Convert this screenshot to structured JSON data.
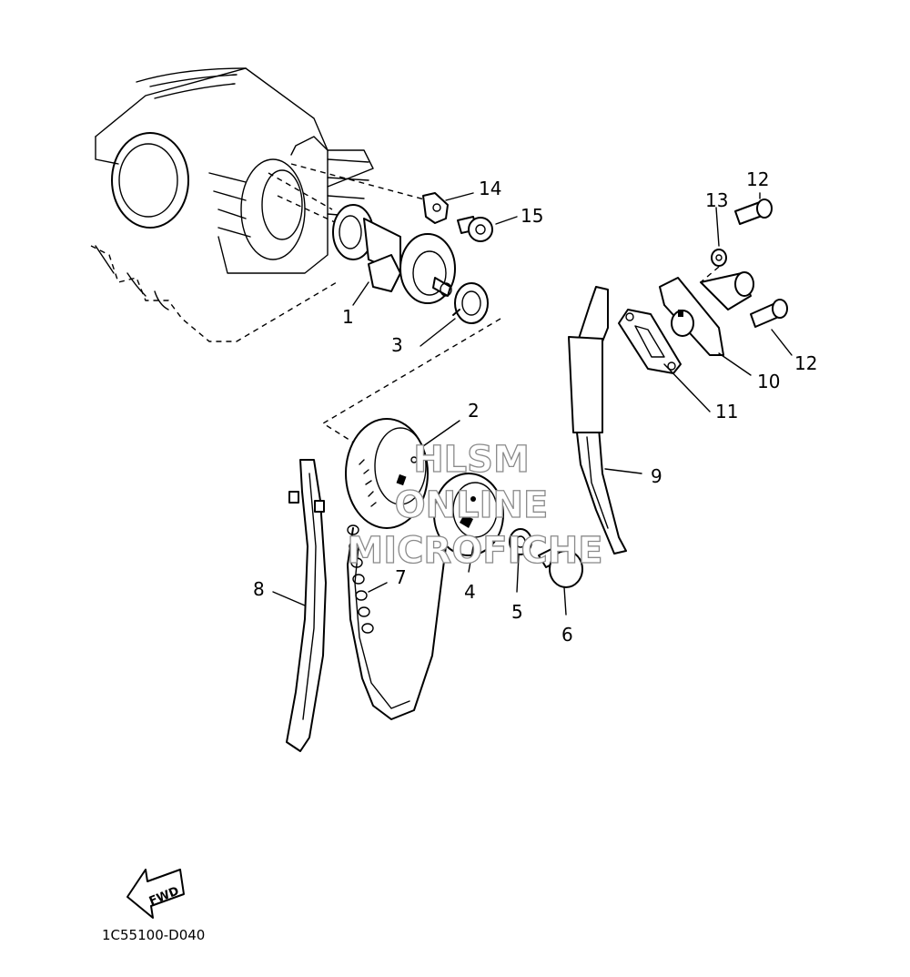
{
  "diagram": {
    "code": "1C55100-D040",
    "fwd_label": "FWD",
    "watermark": [
      "HLSM",
      "ONLINE",
      "MICROFICHE"
    ],
    "callouts": [
      "1",
      "2",
      "3",
      "4",
      "5",
      "6",
      "7",
      "8",
      "9",
      "10",
      "11",
      "12",
      "12",
      "13",
      "14",
      "15"
    ]
  }
}
